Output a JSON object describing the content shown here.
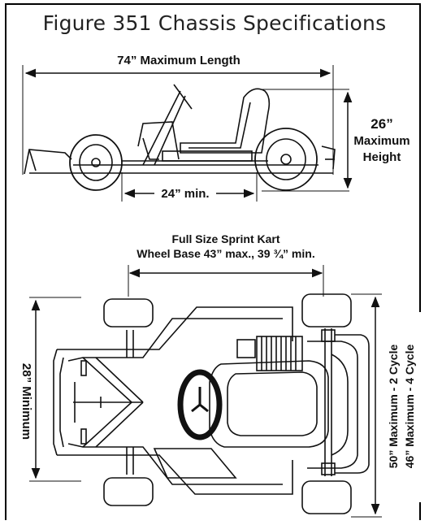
{
  "title": "Figure 351 Chassis Specifications",
  "side_view": {
    "length_label": "74” Maximum Length",
    "height_value": "26”",
    "height_line1": "Maximum",
    "height_line2": "Height",
    "min_label": "24” min."
  },
  "top_view": {
    "header_line1": "Full Size Sprint Kart",
    "header_line2": "Wheel Base 43” max., 39 ¾” min.",
    "width_min_label": "28” Minimum",
    "width_max_2cycle": "50” Maximum  -  2 Cycle",
    "width_max_4cycle": "46” Maximum  -  4 Cycle"
  },
  "colors": {
    "ink": "#111111",
    "background": "#ffffff"
  }
}
